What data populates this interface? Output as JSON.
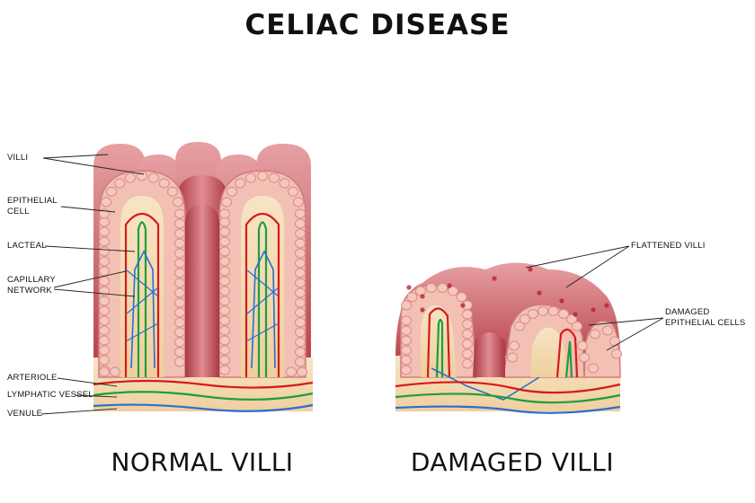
{
  "title": "CELIAC DISEASE",
  "normal": {
    "caption": "NORMAL VILLI",
    "labels": {
      "villi": "VILLI",
      "epithelial_cell": "EPITHELIAL\nCELL",
      "lacteal": "LACTEAL",
      "capillary_network": "CAPILLARY\nNETWORK",
      "arteriole": "ARTERIOLE",
      "lymphatic_vessel": "LYMPHATIC VESSEL",
      "venule": "VENULE"
    }
  },
  "damaged": {
    "caption": "DAMAGED VILLI",
    "labels": {
      "flattened_villi": "FLATTENED VILLI",
      "damaged_epithelial_cells": "DAMAGED\nEPITHELIAL CELLS"
    }
  },
  "colors": {
    "tissue": "#c9626a",
    "tissue_light": "#eaa0a0",
    "cell_fill": "#f6c7bd",
    "cell_stroke": "#d98c88",
    "core": "#f3dcb6",
    "arteriole": "#d7191c",
    "lymphatic": "#1f9e3a",
    "venule": "#2a6fcc"
  }
}
